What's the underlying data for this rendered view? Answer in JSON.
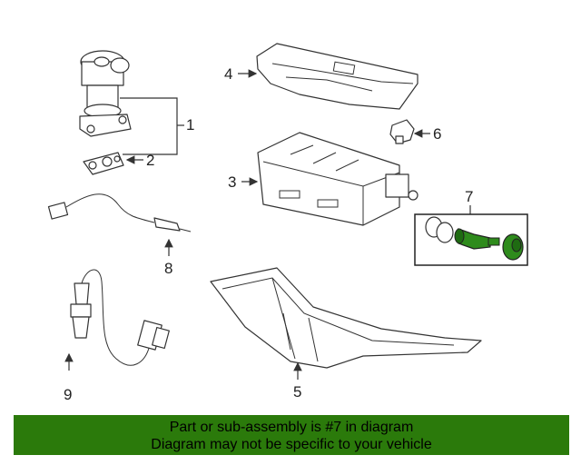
{
  "callouts": {
    "c1": "1",
    "c2": "2",
    "c3": "3",
    "c4": "4",
    "c5": "5",
    "c6": "6",
    "c7": "7",
    "c8": "8",
    "c9": "9"
  },
  "colors": {
    "banner_bg": "#2b7a0b",
    "highlight_part": "#2e8b1c"
  },
  "banner": {
    "line1": "Part or sub-assembly is #7 in diagram",
    "line2": "Diagram may not be specific to your vehicle"
  }
}
